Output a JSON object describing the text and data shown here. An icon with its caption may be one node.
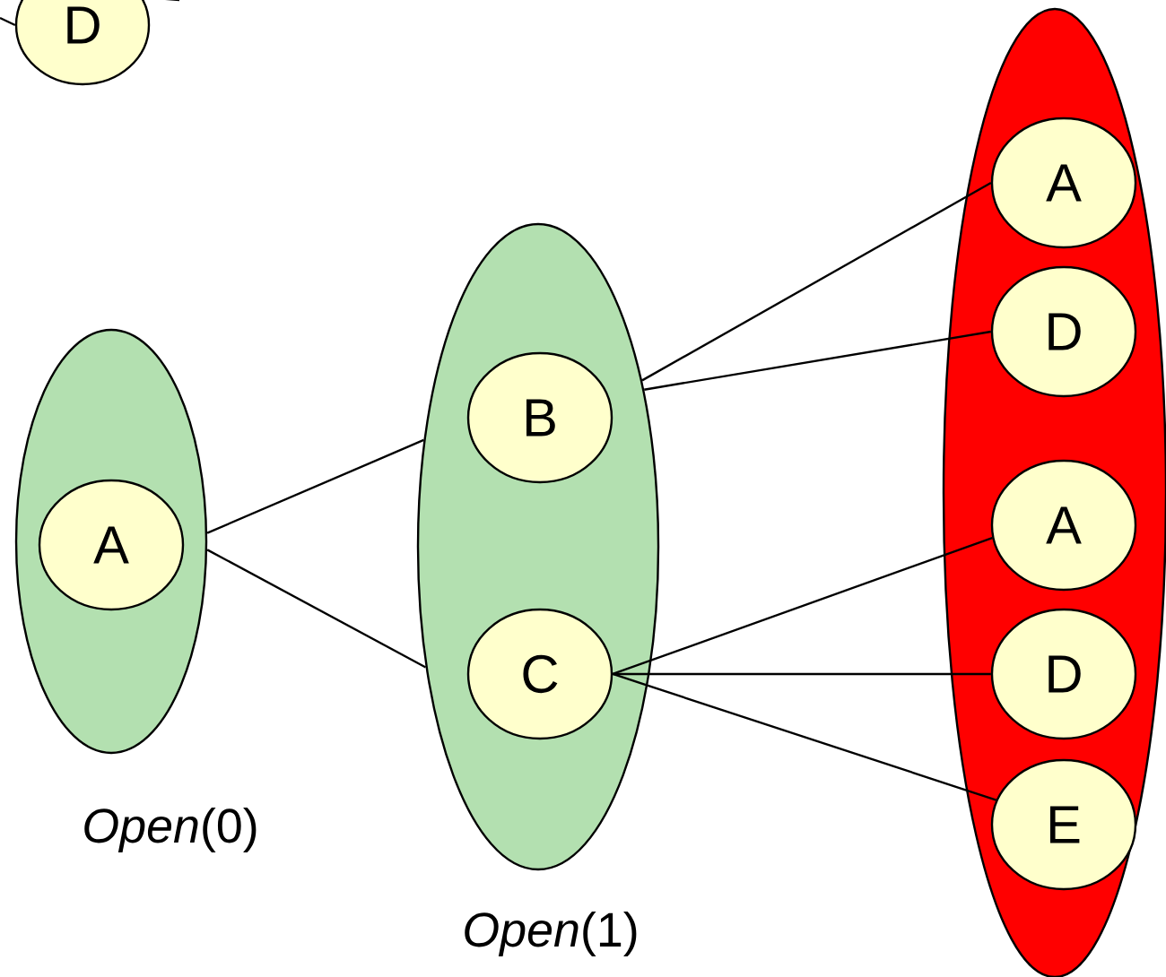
{
  "diagram": {
    "nodes": [
      {
        "text": [
          "D"
        ]
      },
      {
        "text": [
          "*Open*(0)"
        ]
      },
      {
        "text": [
          "A"
        ],
        "in": 1
      },
      {
        "text": [
          "*Open*(1)"
        ]
      },
      {
        "text": [
          "B"
        ],
        "in": 3
      },
      {
        "text": [
          "C"
        ],
        "in": 3
      },
      {
        "text": [],
        "shape": "ellipse"
      },
      {
        "text": [
          "A"
        ],
        "in": 6
      },
      {
        "text": [
          "D"
        ],
        "in": 6
      },
      {
        "text": [
          "A"
        ],
        "in": 6
      },
      {
        "text": [
          "D"
        ],
        "in": 6
      },
      {
        "text": [
          "E"
        ],
        "in": 6
      }
    ],
    "edges": [
      {
        "from": 1,
        "to": 3,
        "arrow": "none"
      },
      {
        "from": 1,
        "to": 3,
        "arrow": "none"
      },
      {
        "from": 3,
        "to": 7,
        "arrow": "none"
      },
      {
        "from": 3,
        "to": 8,
        "arrow": "none"
      },
      {
        "from": 5,
        "to": 9,
        "arrow": "none"
      },
      {
        "from": 5,
        "to": 10,
        "arrow": "none"
      },
      {
        "from": 5,
        "to": 11,
        "arrow": "none"
      },
      {
        "from": null,
        "to": 0,
        "arrow": "none"
      },
      {
        "from": 0,
        "to": null,
        "arrow": "none"
      }
    ]
  }
}
